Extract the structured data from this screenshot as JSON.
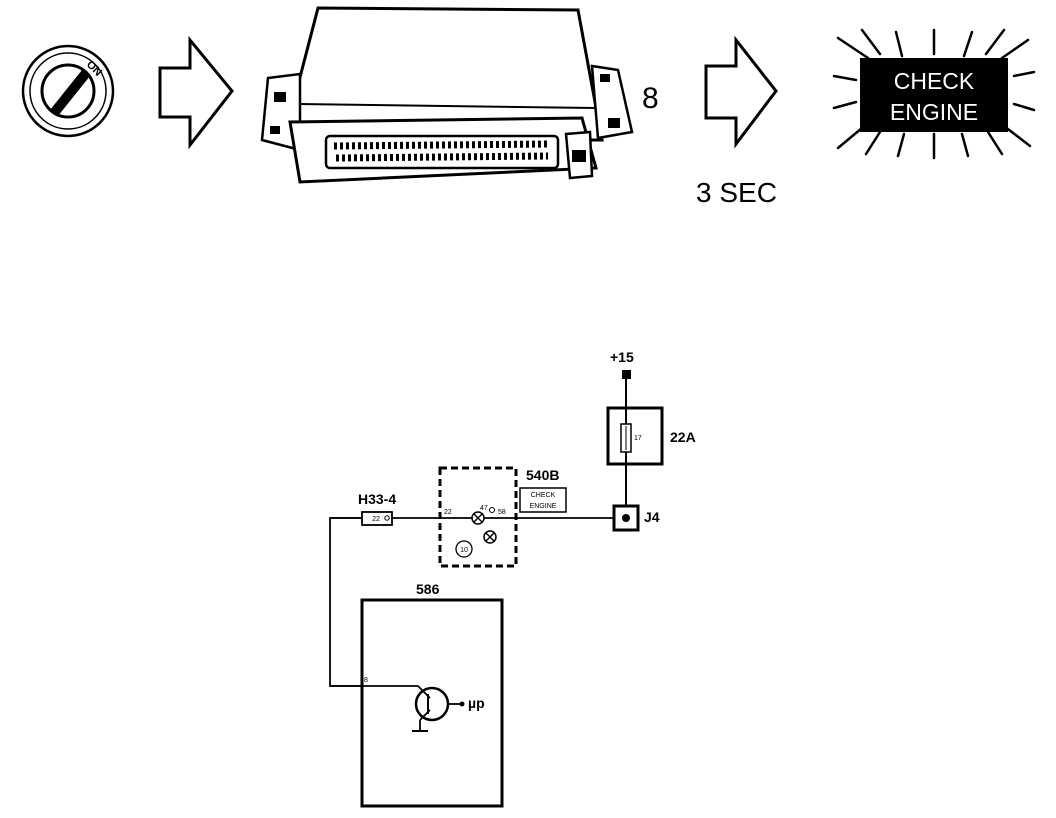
{
  "ignition": {
    "switch_label": "ON"
  },
  "ecu": {
    "ref_number": "8"
  },
  "timing": {
    "delay_label": "3 SEC"
  },
  "warning_lamp": {
    "line1": "CHECK",
    "line2": "ENGINE"
  },
  "schematic": {
    "supply_label": "+15",
    "fuse_box_label": "22A",
    "fuse_number": "17",
    "connector_j4_label": "J4",
    "instrument_cluster_label": "540B",
    "indicator_label_line1": "CHECK",
    "indicator_label_line2": "ENGINE",
    "pin_22": "22",
    "pin_58": "58",
    "pin_47": "47",
    "lamp_ref": "10",
    "connector_h33_label": "H33-4",
    "connector_h33_pin": "22",
    "ecu_block_label": "586",
    "ecu_pin": "8",
    "microprocessor_label": "µp"
  }
}
